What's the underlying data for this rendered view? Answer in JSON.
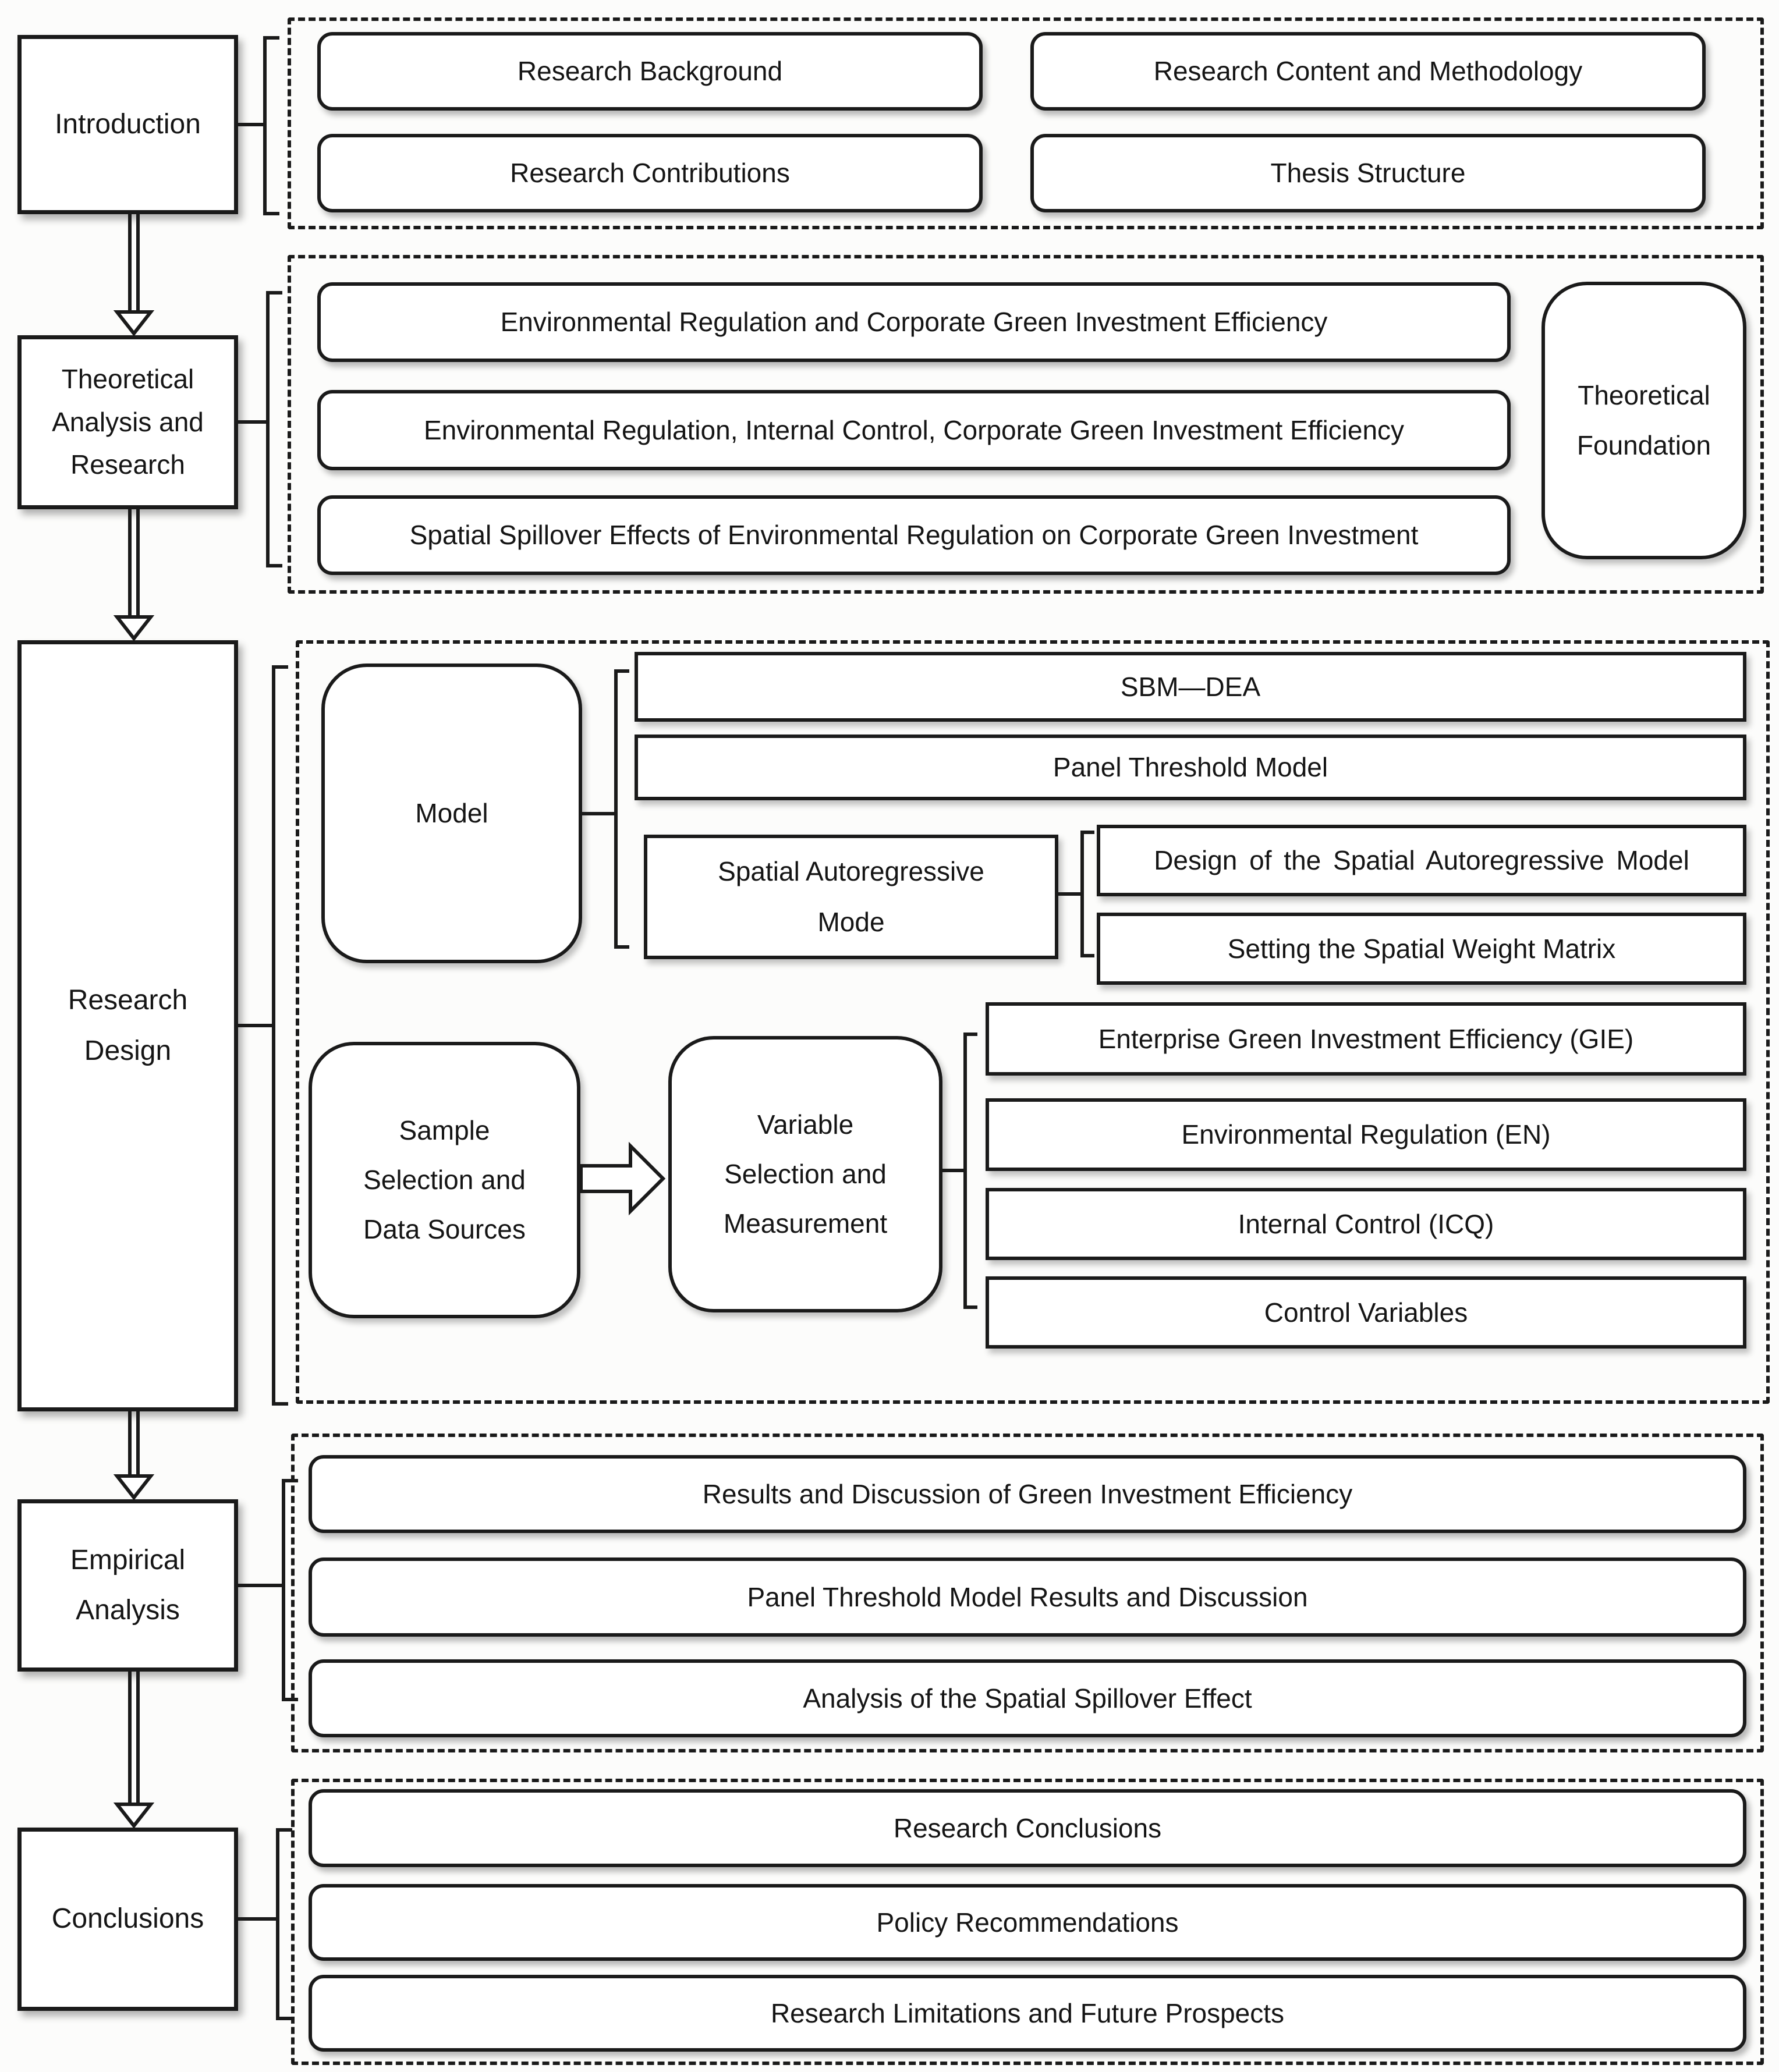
{
  "colors": {
    "ink": "#1a1a1a",
    "paper": "#ffffff"
  },
  "s1": {
    "label": "Introduction",
    "items": [
      "Research Background",
      "Research Content and Methodology",
      "Research Contributions",
      "Thesis Structure"
    ]
  },
  "s2": {
    "label": "Theoretical Analysis and Research",
    "items": [
      "Environmental Regulation and Corporate Green Investment Efficiency",
      "Environmental Regulation, Internal Control, Corporate Green Investment Efficiency",
      "Spatial Spillover Effects of Environmental Regulation on Corporate Green Investment"
    ],
    "side": "Theoretical Foundation"
  },
  "s3": {
    "label": "Research Design",
    "model": {
      "label": "Model",
      "items": [
        "SBM—DEA",
        "Panel Threshold Model"
      ],
      "spatial": {
        "label": "Spatial Autoregressive Mode",
        "items": [
          "Design of the Spatial Autoregressive Model",
          "Setting the Spatial Weight Matrix"
        ]
      }
    },
    "sample": {
      "label": "Sample Selection and Data Sources"
    },
    "variable": {
      "label": "Variable Selection and Measurement",
      "items": [
        "Enterprise Green Investment Efficiency (GIE)",
        "Environmental Regulation (EN)",
        "Internal Control (ICQ)",
        "Control Variables"
      ]
    }
  },
  "s4": {
    "label": "Empirical Analysis",
    "items": [
      "Results and Discussion of Green Investment Efficiency",
      "Panel Threshold Model Results and Discussion",
      "Analysis of the Spatial Spillover Effect"
    ]
  },
  "s5": {
    "label": "Conclusions",
    "items": [
      "Research Conclusions",
      "Policy Recommendations",
      "Research Limitations and Future Prospects"
    ]
  }
}
